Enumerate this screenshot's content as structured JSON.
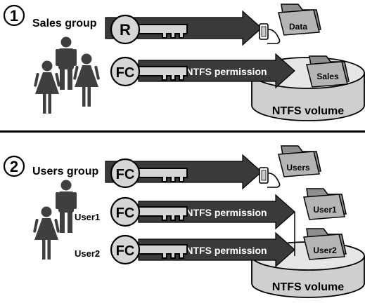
{
  "colors": {
    "arrow": "#3a3a3a",
    "key": "#d6d6d6",
    "figure": "#3f3f3f",
    "folder": "#b5b5b5",
    "volume": "#cfcfcf",
    "divider": "#000000"
  },
  "section1": {
    "number": "1",
    "group_label": "Sales group",
    "share_key_label": "R",
    "ntfs_key_label": "FC",
    "ntfs_arrow_label": "NTFS permission",
    "folders": [
      "Data",
      "Sales"
    ],
    "volume_label": "NTFS volume"
  },
  "section2": {
    "number": "2",
    "group_label": "Users group",
    "share_key_label": "FC",
    "users": [
      {
        "name": "User1",
        "key_label": "FC",
        "arrow_label": "NTFS permission"
      },
      {
        "name": "User2",
        "key_label": "FC",
        "arrow_label": "NTFS permission"
      }
    ],
    "folders": [
      "Users",
      "User1",
      "User2"
    ],
    "volume_label": "NTFS volume"
  }
}
